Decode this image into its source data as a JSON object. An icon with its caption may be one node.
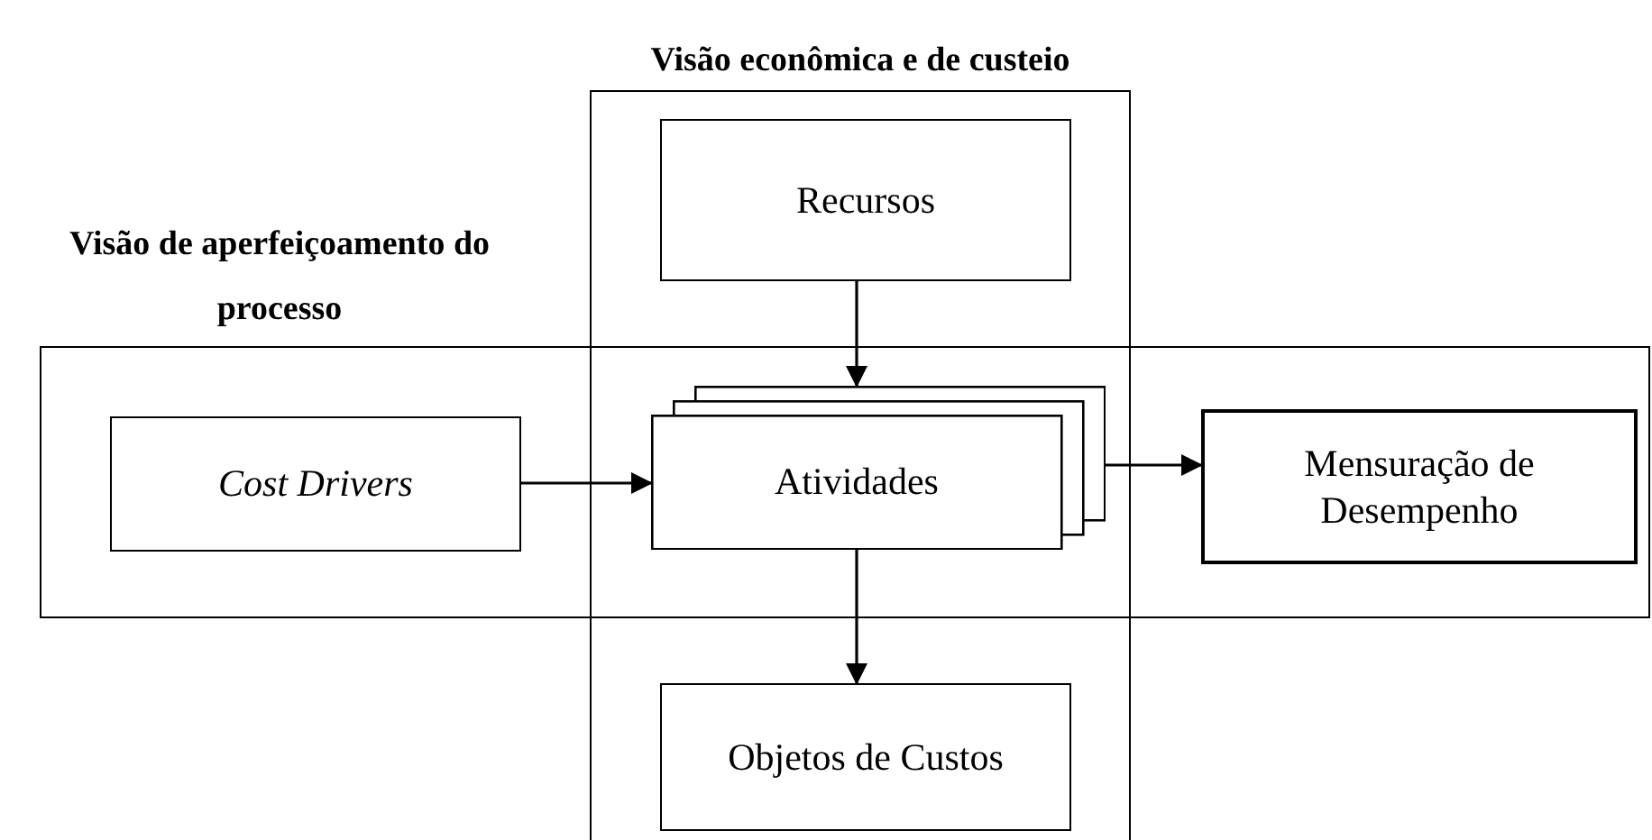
{
  "diagram": {
    "nodes": [
      {
        "text": [
          "Visão econômica e de custeio"
        ]
      },
      {
        "text": [
          "Visão de aperfeiçoamento do processo"
        ]
      },
      {
        "text": [
          "Recursos"
        ],
        "in": 0
      },
      {
        "text": [
          "Cost Drivers"
        ],
        "in": 1
      },
      {
        "text": [
          "Atividades"
        ]
      },
      {
        "text": [
          "Mensuração de Desempenho"
        ],
        "in": 1
      },
      {
        "text": [
          "Objetos de Custos"
        ],
        "in": 0
      }
    ],
    "edges": [
      {
        "from": 2,
        "to": 4,
        "arrow": "to"
      },
      {
        "from": 3,
        "to": 4,
        "arrow": "to"
      },
      {
        "from": 4,
        "to": 5,
        "arrow": "to"
      },
      {
        "from": 4,
        "to": 6,
        "arrow": "to"
      }
    ]
  }
}
